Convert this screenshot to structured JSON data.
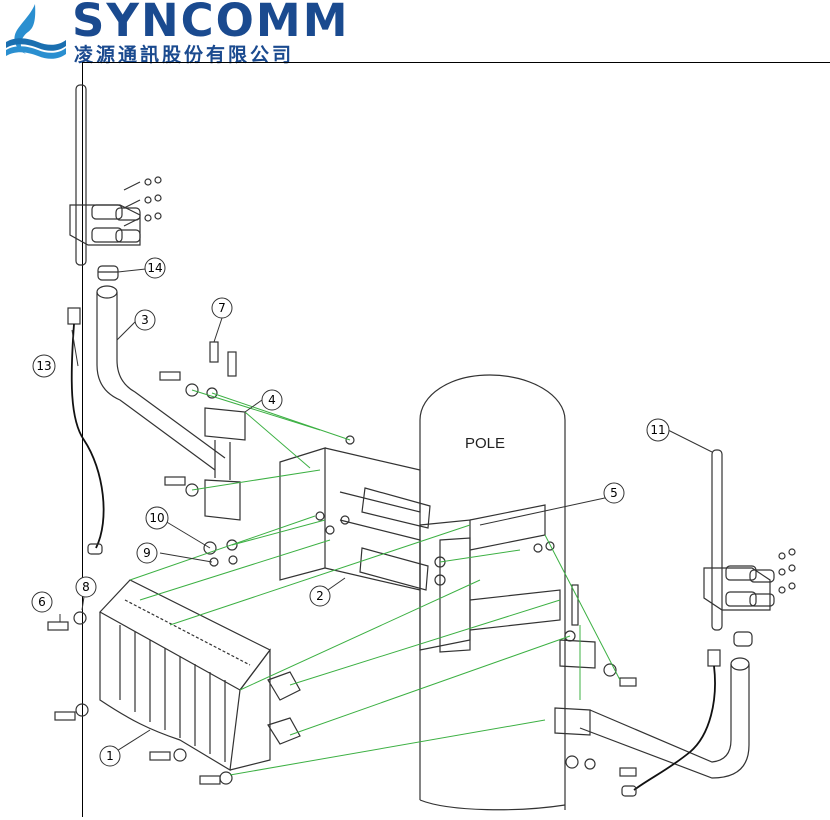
{
  "logo": {
    "brand": "SYNCOMM",
    "subtitle": "凌源通訊股份有限公司",
    "brand_color": "#1a4a8f",
    "accent_color": "#2a8fd0"
  },
  "drawing": {
    "pole_label": "POLE",
    "leader_color": "#3cb043",
    "callouts": [
      {
        "id": "callout-1",
        "label": "1"
      },
      {
        "id": "callout-2",
        "label": "2"
      },
      {
        "id": "callout-3",
        "label": "3"
      },
      {
        "id": "callout-4",
        "label": "4"
      },
      {
        "id": "callout-5",
        "label": "5"
      },
      {
        "id": "callout-6",
        "label": "6"
      },
      {
        "id": "callout-7",
        "label": "7"
      },
      {
        "id": "callout-8",
        "label": "8"
      },
      {
        "id": "callout-9",
        "label": "9"
      },
      {
        "id": "callout-10",
        "label": "10"
      },
      {
        "id": "callout-11",
        "label": "11"
      },
      {
        "id": "callout-13",
        "label": "13"
      },
      {
        "id": "callout-14",
        "label": "14"
      }
    ]
  }
}
